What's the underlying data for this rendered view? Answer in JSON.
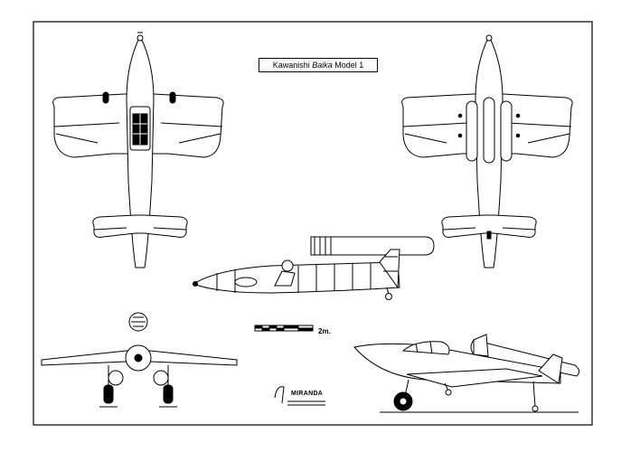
{
  "title": {
    "prefix": "Kawanishi ",
    "name": "Baika",
    "suffix": " Model 1"
  },
  "scale": {
    "label": "2m."
  },
  "signature": {
    "text": "MIRANDA"
  },
  "colors": {
    "line": "#000000",
    "paper": "#ffffff"
  }
}
